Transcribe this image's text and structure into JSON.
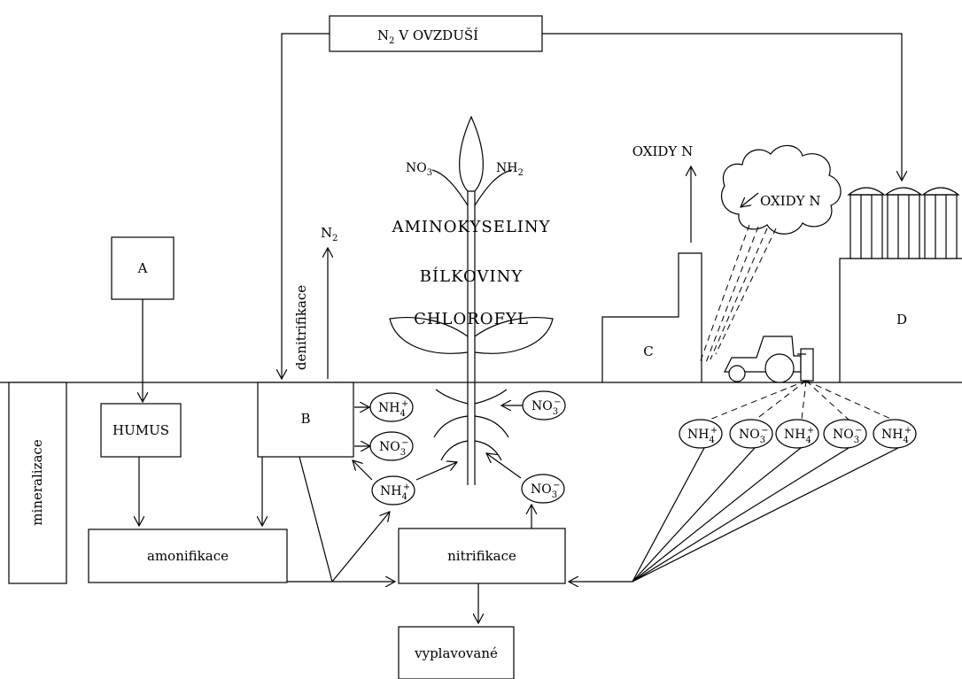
{
  "labels": {
    "atmosphere": "V OVZDUŠÍ",
    "atmosphere_n": "N",
    "atmosphere_sub": "2",
    "a": "A",
    "b": "B",
    "c": "C",
    "d": "D",
    "humus": "HUMUS",
    "mineralizace": "mineralizace",
    "denitrifikace": "denitrifikace",
    "amonifikace": "amonifikace",
    "nitrifikace": "nitrifikace",
    "vyplavovane": "vyplavované",
    "n2": "N",
    "n2_sub": "2",
    "no3_base": "NO",
    "no3_sub": "3",
    "nh2_base": "NH",
    "nh2_sub": "2",
    "aminokyseliny": "AMINOKYSELINY",
    "bilkoviny": "BÍLKOVINY",
    "chlorofyl": "CHLOROFYL",
    "oxidy_smoke": "OXIDY N",
    "oxidy_cloud": "OXIDY N"
  },
  "ions": {
    "nh4": {
      "base": "NH",
      "sub": "4",
      "sup": "+"
    },
    "no3": {
      "base": "NO",
      "sub": "3",
      "sup": "−"
    }
  }
}
